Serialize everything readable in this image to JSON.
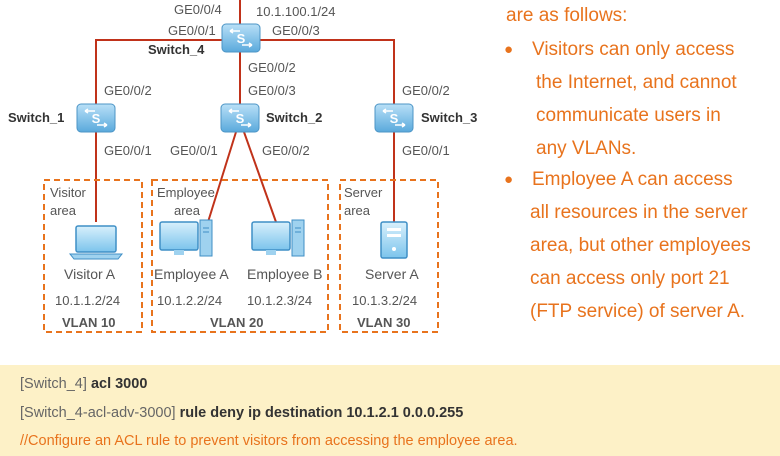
{
  "requirements": {
    "intro": "are as follows:",
    "items": [
      {
        "lines": [
          "Visitors can only access",
          "the Internet, and cannot",
          "communicate users in",
          "any VLANs."
        ]
      },
      {
        "lines": [
          "Employee A can access",
          "all resources in the server",
          "area, but other employees",
          "can access only port 21",
          "(FTP service) of server A."
        ]
      }
    ]
  },
  "switches": {
    "s4": {
      "name": "Switch_4"
    },
    "s1": {
      "name": "Switch_1"
    },
    "s2": {
      "name": "Switch_2"
    },
    "s3": {
      "name": "Switch_3"
    }
  },
  "ports": {
    "s4_up": "GE0/0/4",
    "s4_ip": "10.1.100.1/24",
    "s4_left": "GE0/0/1",
    "s4_right": "GE0/0/3",
    "s4_down": "GE0/0/2",
    "s1_up": "GE0/0/2",
    "s1_down": "GE0/0/1",
    "s2_up": "GE0/0/3",
    "s2_left": "GE0/0/1",
    "s2_right": "GE0/0/2",
    "s3_up": "GE0/0/2",
    "s3_down": "GE0/0/1"
  },
  "areas": {
    "visitor": {
      "title": [
        "Visitor",
        "area"
      ],
      "vlan": "VLAN 10"
    },
    "employee": {
      "title": [
        "Employee",
        "area"
      ],
      "vlan": "VLAN 20"
    },
    "server": {
      "title": [
        "Server",
        "area"
      ],
      "vlan": "VLAN 30"
    }
  },
  "devices": {
    "visitor_a": {
      "name": "Visitor A",
      "ip": "10.1.1.2/24"
    },
    "employee_a": {
      "name": "Employee A",
      "ip": "10.1.2.2/24"
    },
    "employee_b": {
      "name": "Employee B",
      "ip": "10.1.2.3/24"
    },
    "server_a": {
      "name": "Server A",
      "ip": "10.1.3.2/24"
    }
  },
  "commands": [
    {
      "prompt": "[Switch_4]",
      "code": "acl 3000"
    },
    {
      "prompt": "[Switch_4-acl-adv-3000]",
      "code": "rule deny ip destination 10.1.2.1 0.0.0.255"
    }
  ],
  "comment": "//Configure an ACL rule to prevent visitors from accessing the employee area.",
  "colors": {
    "accent": "#e8731d",
    "line": "#c0321a",
    "switch": "#6cb8e6",
    "band": "#fdf1c7"
  }
}
